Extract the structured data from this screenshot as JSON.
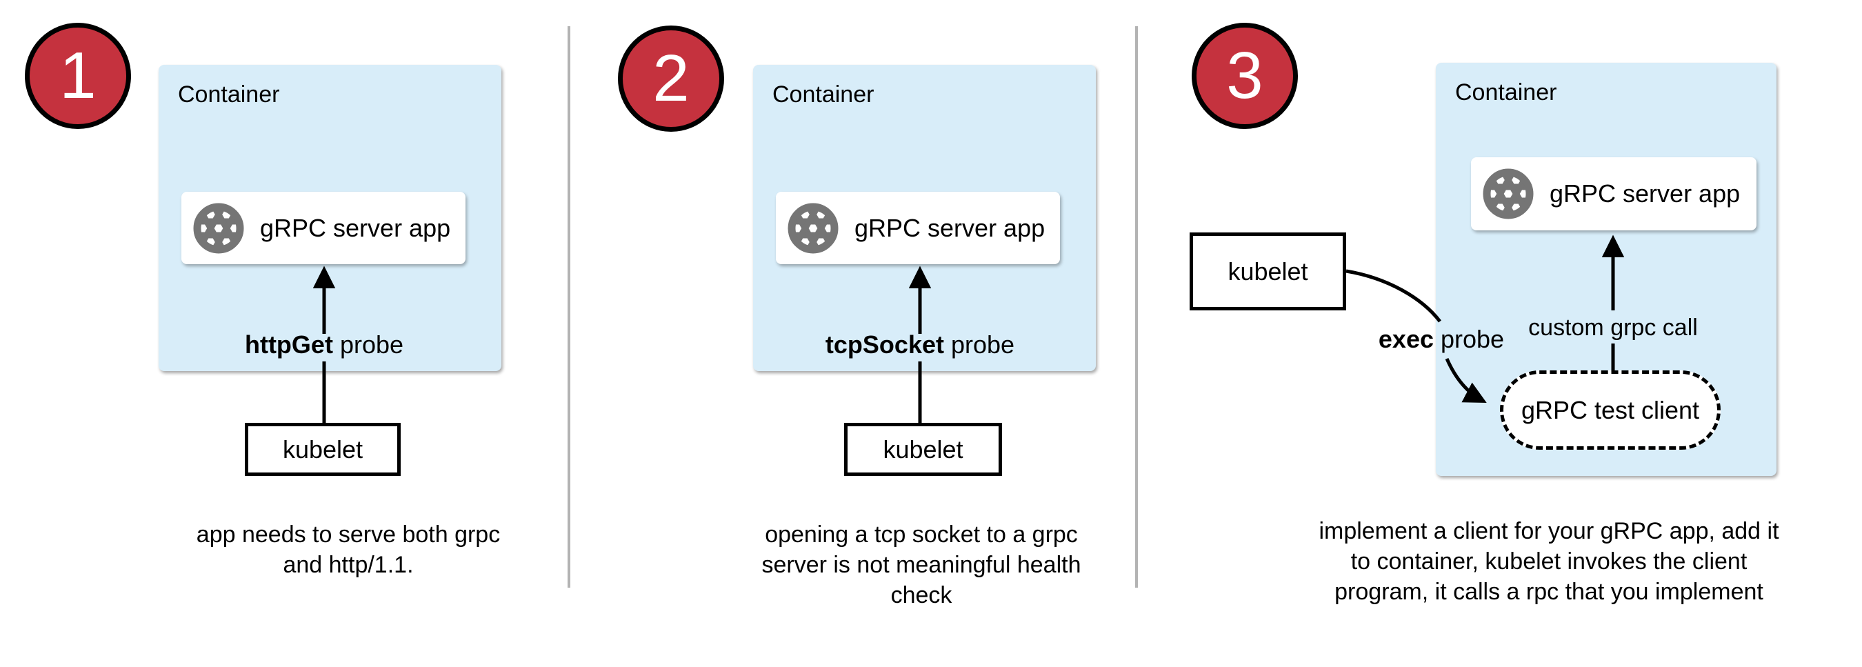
{
  "colors": {
    "container_fill": "#d8edf9",
    "badge_fill": "#c5323e",
    "badge_border": "#000000",
    "icon_gray": "#757575",
    "divider_gray": "#b3b3b3",
    "line_color": "#000000"
  },
  "panels": [
    {
      "number": "1",
      "container_label": "Container",
      "app_box": {
        "icon": "aperture-icon",
        "label": "gRPC server app"
      },
      "probe_label": {
        "bold": "httpGet",
        "rest": " probe"
      },
      "kubelet_label": "kubelet",
      "caption_lines": [
        "app needs to serve both grpc",
        "and http/1.1."
      ]
    },
    {
      "number": "2",
      "container_label": "Container",
      "app_box": {
        "icon": "aperture-icon",
        "label": "gRPC server app"
      },
      "probe_label": {
        "bold": "tcpSocket",
        "rest": " probe"
      },
      "kubelet_label": "kubelet",
      "caption_lines": [
        "opening a tcp socket to a grpc",
        "server is not meaningful health",
        "check"
      ]
    },
    {
      "number": "3",
      "container_label": "Container",
      "app_box": {
        "icon": "aperture-icon",
        "label": "gRPC server app"
      },
      "probe_label": {
        "bold": "exec",
        "rest": " probe"
      },
      "kubelet_label": "kubelet",
      "call_label": "custom grpc call",
      "test_client_label": "gRPC test client",
      "caption_lines": [
        "implement a client for your gRPC app, add it",
        "to container, kubelet invokes the client",
        "program, it calls a rpc that you implement"
      ]
    }
  ]
}
